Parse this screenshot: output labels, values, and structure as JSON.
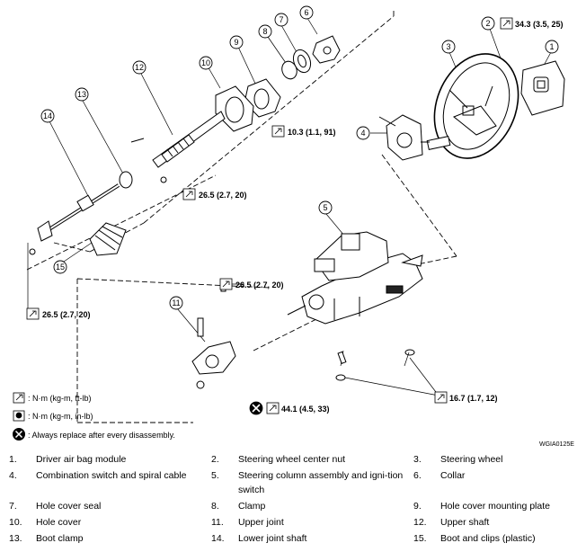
{
  "callouts": [
    "1",
    "2",
    "3",
    "4",
    "5",
    "6",
    "7",
    "8",
    "9",
    "10",
    "11",
    "12",
    "13",
    "14",
    "15"
  ],
  "torques": {
    "t1": "34.3 (3.5, 25)",
    "t2": "10.3 (1.1, 91)",
    "t3": "26.5 (2.7, 20)",
    "t4": "26.5 (2.7, 20)",
    "t5": "26.5 (2.7, 20)",
    "t6": "44.1 (4.5, 33)",
    "t7": "16.7 (1.7, 12)"
  },
  "legend": {
    "nm_ft": ": N·m (kg-m, ft-lb)",
    "nm_in": ": N·m (kg-m, in-lb)",
    "replace": ": Always replace after every disassembly."
  },
  "figure_code": "WGIA0125E",
  "parts": [
    [
      {
        "n": "1.",
        "t": "Driver air bag module"
      },
      {
        "n": "2.",
        "t": "Steering wheel center nut"
      },
      {
        "n": "3.",
        "t": "Steering wheel"
      }
    ],
    [
      {
        "n": "4.",
        "t": "Combination switch and spiral cable"
      },
      {
        "n": "5.",
        "t": "Steering column assembly and igni-tion switch"
      },
      {
        "n": "6.",
        "t": "Collar"
      }
    ],
    [
      {
        "n": "7.",
        "t": "Hole cover seal"
      },
      {
        "n": "8.",
        "t": "Clamp"
      },
      {
        "n": "9.",
        "t": "Hole cover mounting plate"
      }
    ],
    [
      {
        "n": "10.",
        "t": "Hole cover"
      },
      {
        "n": "11.",
        "t": "Upper joint"
      },
      {
        "n": "12.",
        "t": "Upper shaft"
      }
    ],
    [
      {
        "n": "13.",
        "t": "Boot clamp"
      },
      {
        "n": "14.",
        "t": "Lower joint shaft"
      },
      {
        "n": "15.",
        "t": "Boot and clips (plastic)"
      }
    ]
  ]
}
